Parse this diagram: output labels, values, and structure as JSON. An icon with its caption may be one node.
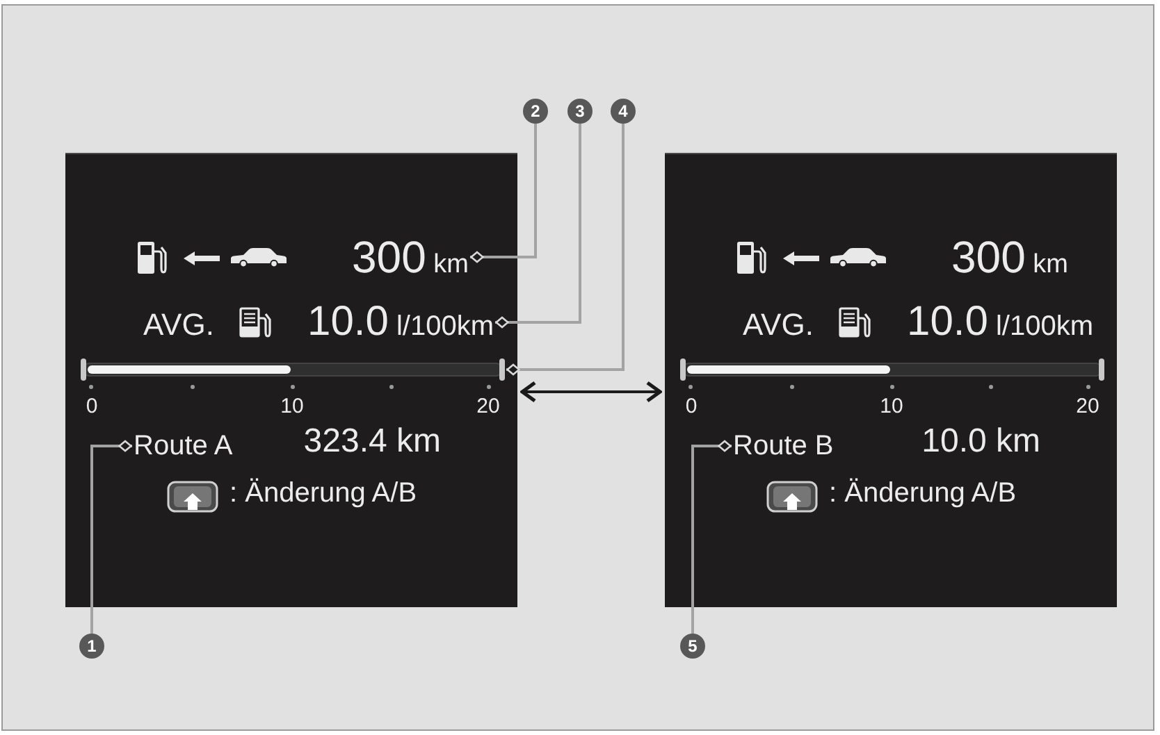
{
  "diagram": {
    "nodes": [
      {
        "text": [
          "2"
        ]
      },
      {
        "text": [
          "3"
        ]
      },
      {
        "text": [
          "4"
        ]
      },
      {
        "text": [],
        "shape": "box"
      },
      {
        "text": [
          "300",
          "km"
        ],
        "in": 3
      },
      {
        "text": [
          "10.0",
          "l/100km"
        ],
        "in": 3
      },
      {
        "text": [],
        "shape": "bar",
        "in": 3
      },
      {
        "text": [
          "Route A"
        ],
        "in": 3
      },
      {
        "text": [],
        "shape": "box"
      },
      {
        "text": [],
        "shape": "bar",
        "in": 8
      },
      {
        "text": [
          "Route B"
        ],
        "in": 8
      },
      {
        "text": [
          "1"
        ]
      },
      {
        "text": [
          "5"
        ]
      }
    ],
    "edges": [
      {
        "from": 0,
        "to": 4,
        "arrow": "other"
      },
      {
        "from": 1,
        "to": 5,
        "arrow": "other"
      },
      {
        "from": 2,
        "to": 6,
        "arrow": "other"
      },
      {
        "from": 3,
        "to": 8,
        "arrow": "both",
        "color": "#1a1a1a"
      },
      {
        "from": 11,
        "to": 7,
        "arrow": "other"
      },
      {
        "from": 12,
        "to": 10,
        "arrow": "other"
      }
    ],
    "labels": [
      "AVG.",
      "0",
      "10",
      "20",
      "323.4 km",
      ": Änderung A/B",
      "300",
      "km",
      "AVG.",
      "10.0",
      "l/100km",
      "0",
      "10",
      "20",
      "10.0 km",
      ": Änderung A/B"
    ]
  }
}
